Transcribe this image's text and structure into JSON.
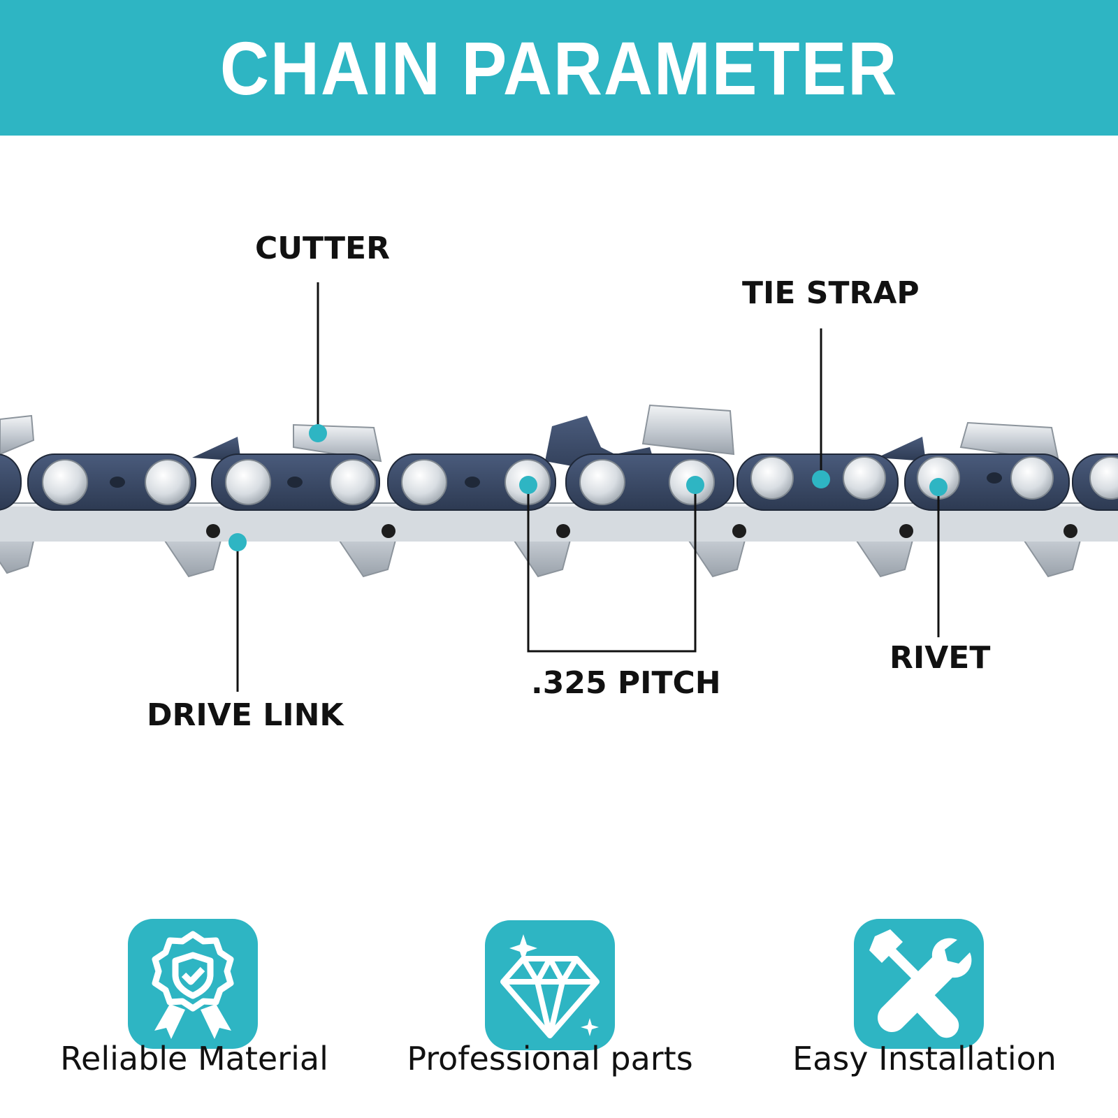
{
  "header": {
    "title": "CHAIN PARAMETER"
  },
  "labels": {
    "cutter": "CUTTER",
    "tie_strap": "TIE STRAP",
    "drive_link": "DRIVE LINK",
    "pitch": ".325 PITCH",
    "rivet": "RIVET"
  },
  "features": [
    {
      "label": "Reliable Material",
      "icon": "award-badge-icon"
    },
    {
      "label": "Professional parts",
      "icon": "diamond-icon"
    },
    {
      "label": "Easy Installation",
      "icon": "tools-icon"
    }
  ],
  "colors": {
    "accent": "#2eb5c3",
    "link_plate": "#3b4a66",
    "steel": "#c9cfd5"
  }
}
